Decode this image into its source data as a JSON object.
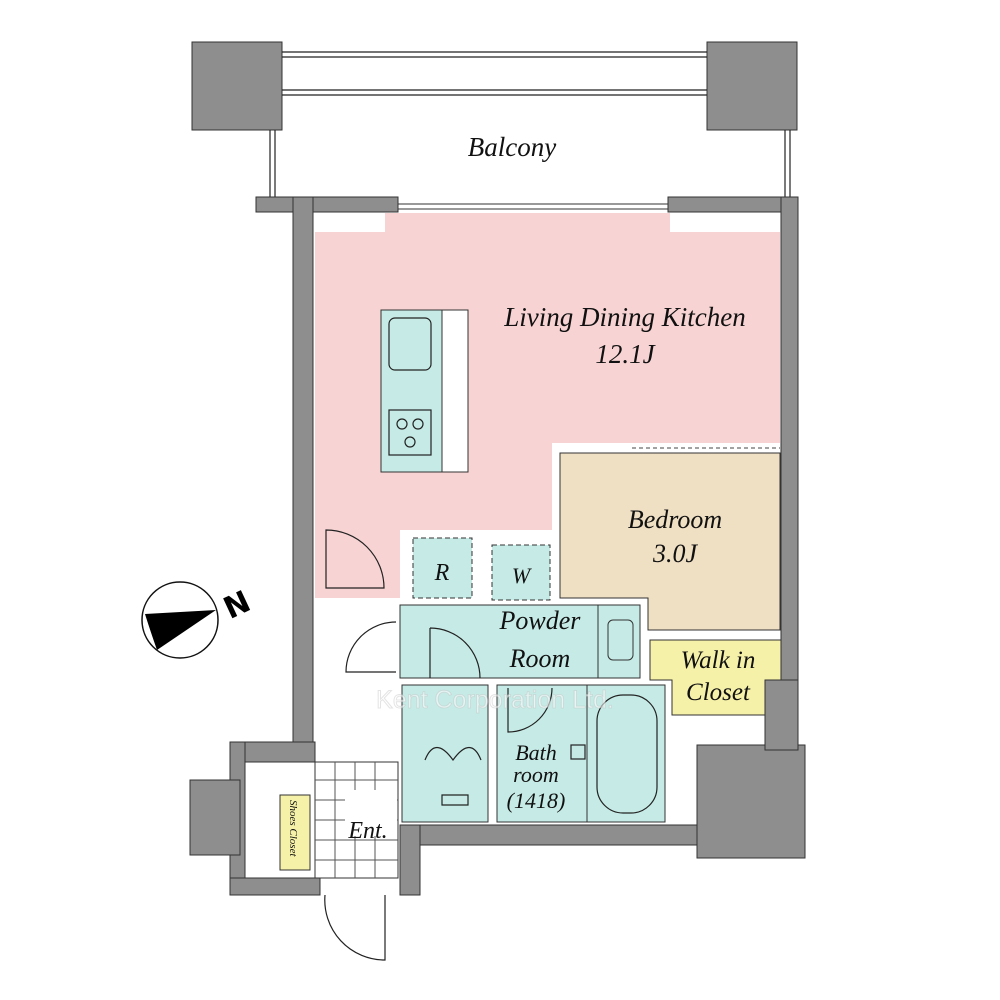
{
  "rooms": {
    "balcony": "Balcony",
    "ldk": {
      "name": "Living Dining Kitchen",
      "size": "12.1J"
    },
    "bedroom": {
      "name": "Bedroom",
      "size": "3.0J"
    },
    "powder": {
      "line1": "Powder",
      "line2": "Room"
    },
    "closet": {
      "line1": "Walk in",
      "line2": "Closet"
    },
    "bath": {
      "line1": "Bath",
      "line2": "room",
      "line3": "(1418)"
    },
    "entrance": "Ent.",
    "shoes": "Shoes Closet",
    "refrigerator": "R",
    "washer": "W"
  },
  "compass": {
    "label": "N"
  },
  "watermark": "Kent Corporation Ltd.",
  "colors": {
    "ldk": "#f8d3d3",
    "bedroom": "#efdfc3",
    "wet": "#c6ebe6",
    "closet": "#f6f1a9",
    "wall": "#8e8e8e"
  }
}
